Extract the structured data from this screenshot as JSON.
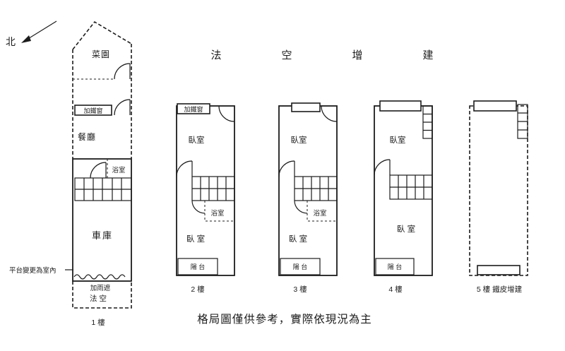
{
  "page": {
    "north_label": "北",
    "disclaimer": "格局圖僅供參考，實際依現況為主"
  },
  "header_labels": [
    "法",
    "空",
    "增",
    "建"
  ],
  "floor1": {
    "garden": "菜園",
    "iron_window": "加鐵窗",
    "dining_room": "餐廳",
    "bathroom": "浴室",
    "garage": "車庫",
    "platform_note": "平台變更為室內",
    "rain_cover": "加雨遮",
    "legal_void": "法 空",
    "label": "1 樓"
  },
  "floor2": {
    "iron_window": "加鐵窗",
    "bedroom_upper": "臥室",
    "bathroom": "浴室",
    "bedroom_lower": "臥 室",
    "balcony": "陽 台",
    "label": "2 樓"
  },
  "floor3": {
    "bedroom_upper": "臥室",
    "bathroom": "浴室",
    "bedroom_lower": "臥 室",
    "balcony": "陽 台",
    "label": "3 樓"
  },
  "floor4": {
    "bedroom_upper": "臥室",
    "bedroom_lower": "臥 室",
    "balcony": "陽 台",
    "label": "4 樓"
  },
  "floor5": {
    "label": "5 樓 鐵皮增建"
  }
}
